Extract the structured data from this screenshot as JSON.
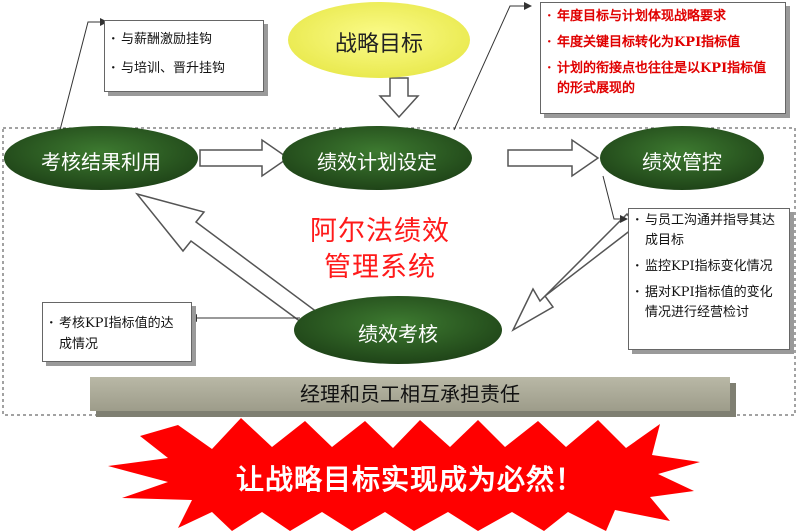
{
  "strategy_goal": "战略目标",
  "center_title_line1": "阿尔法绩效",
  "center_title_line2": "管理系统",
  "nodes": {
    "plan": "绩效计划设定",
    "control": "绩效管控",
    "review": "绩效考核",
    "result_use": "考核结果利用"
  },
  "boxes": {
    "result_use_items": [
      "与薪酬激励挂钩",
      "与培训、晋升挂钩"
    ],
    "plan_items": [
      "年度目标与计划体现战略要求",
      "年度关键目标转化为KPI指标值",
      "计划的衔接点也往往是以KPI指标值的形式展现的"
    ],
    "control_items": [
      "与员工沟通并指导其达成目标",
      "监控KPI指标变化情况",
      "据对KPI指标值的变化情况进行经营检讨"
    ],
    "review_items": [
      "考核KPI指标值的达成情况"
    ]
  },
  "shared_responsibility": "经理和员工相互承担责任",
  "slogan": "让战略目标实现成为必然！",
  "colors": {
    "oval_green": "#2e5a24",
    "goal_yellow": "#f2f26a",
    "title_red": "#ff1a1a",
    "slogan_red": "#ff0000",
    "box_text_red": "#e00000",
    "bar_gray": "#a9a896"
  }
}
